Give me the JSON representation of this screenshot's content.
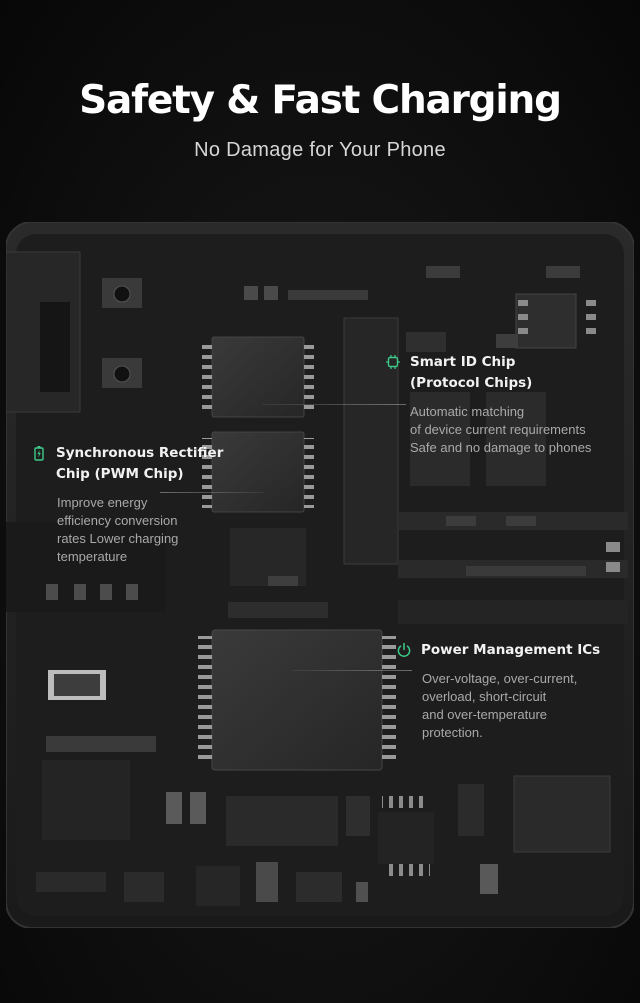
{
  "header": {
    "title": "Safety & Fast Charging",
    "subtitle": "No Damage for Your Phone"
  },
  "colors": {
    "background": "#0b0b0b",
    "accent": "#3ecb8a",
    "title": "#ffffff",
    "body_text": "#a9a9a9"
  },
  "callouts": {
    "smart_id": {
      "icon": "chip-icon",
      "title_line1": "Smart ID Chip",
      "title_line2": "(Protocol Chips)",
      "desc_line1": "Automatic matching",
      "desc_line2": "of device current requirements",
      "desc_line3": "Safe and no damage to phones"
    },
    "sync_rectifier": {
      "icon": "battery-charging-icon",
      "title_line1": "Synchronous Rectifier",
      "title_line2": "Chip (PWM Chip)",
      "desc_line1": "Improve energy",
      "desc_line2": "efficiency conversion",
      "desc_line3": "rates Lower charging",
      "desc_line4": "temperature"
    },
    "power_mgmt": {
      "icon": "power-icon",
      "title_line1": "Power Management ICs",
      "desc_line1": "Over-voltage, over-current,",
      "desc_line2": "overload, short-circuit",
      "desc_line3": "and over-temperature",
      "desc_line4": "protection."
    }
  }
}
